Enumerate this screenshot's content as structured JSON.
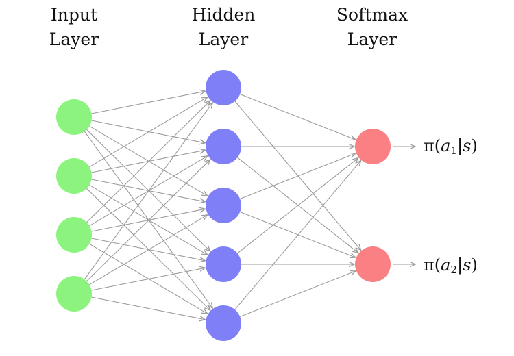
{
  "layers": [
    {
      "key": "input",
      "title_line1": "Input",
      "title_line2": "Layer",
      "nodes": 4,
      "color": "#8cf47e"
    },
    {
      "key": "hidden",
      "title_line1": "Hidden",
      "title_line2": "Layer",
      "nodes": 5,
      "color": "#7f7ff7"
    },
    {
      "key": "softmax",
      "title_line1": "Softmax",
      "title_line2": "Layer",
      "nodes": 2,
      "color": "#fb8084"
    }
  ],
  "outputs": [
    {
      "pi": "π",
      "open": "(",
      "var": "a",
      "sub": "1",
      "bar": "|",
      "cond": "s",
      "close": ")"
    },
    {
      "pi": "π",
      "open": "(",
      "var": "a",
      "sub": "2",
      "bar": "|",
      "cond": "s",
      "close": ")"
    }
  ],
  "colors": {
    "edge": "#9a9a9a",
    "text": "#111111"
  }
}
